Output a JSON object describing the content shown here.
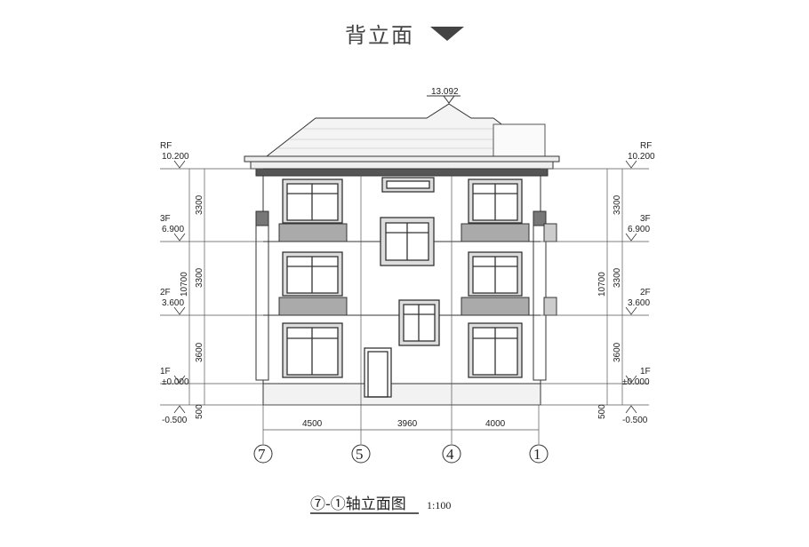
{
  "header": {
    "title": "背立面",
    "indicator_icon": "triangle-down-icon"
  },
  "drawing": {
    "peak_elevation": "13.092",
    "levels": [
      {
        "name": "RF",
        "elev": "10.200"
      },
      {
        "name": "3F",
        "elev": "6.900"
      },
      {
        "name": "2F",
        "elev": "3.600"
      },
      {
        "name": "1F",
        "elev": "±0.000"
      },
      {
        "name": "",
        "elev": "-0.500"
      }
    ],
    "vertical_dims": [
      "3300",
      "3300",
      "3600",
      "500"
    ],
    "total_height": "10700",
    "horizontal_dims": [
      "4500",
      "3960",
      "4000"
    ],
    "axes": [
      "7",
      "5",
      "4",
      "1"
    ],
    "caption": {
      "title": "⑦-①轴立面图",
      "scale": "1:100"
    }
  }
}
